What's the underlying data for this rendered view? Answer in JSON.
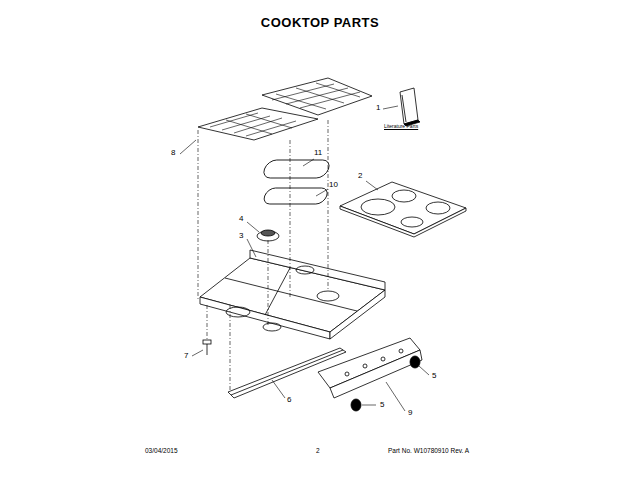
{
  "diagram": {
    "title": "COOKTOP PARTS",
    "labels": [
      "1",
      "Literature Parts",
      "8",
      "11",
      "2",
      "10",
      "4",
      "3",
      "7",
      "5",
      "6",
      "9",
      "5",
      "03/04/2015",
      "2",
      "Part No. W10780910 Rev. A"
    ]
  }
}
